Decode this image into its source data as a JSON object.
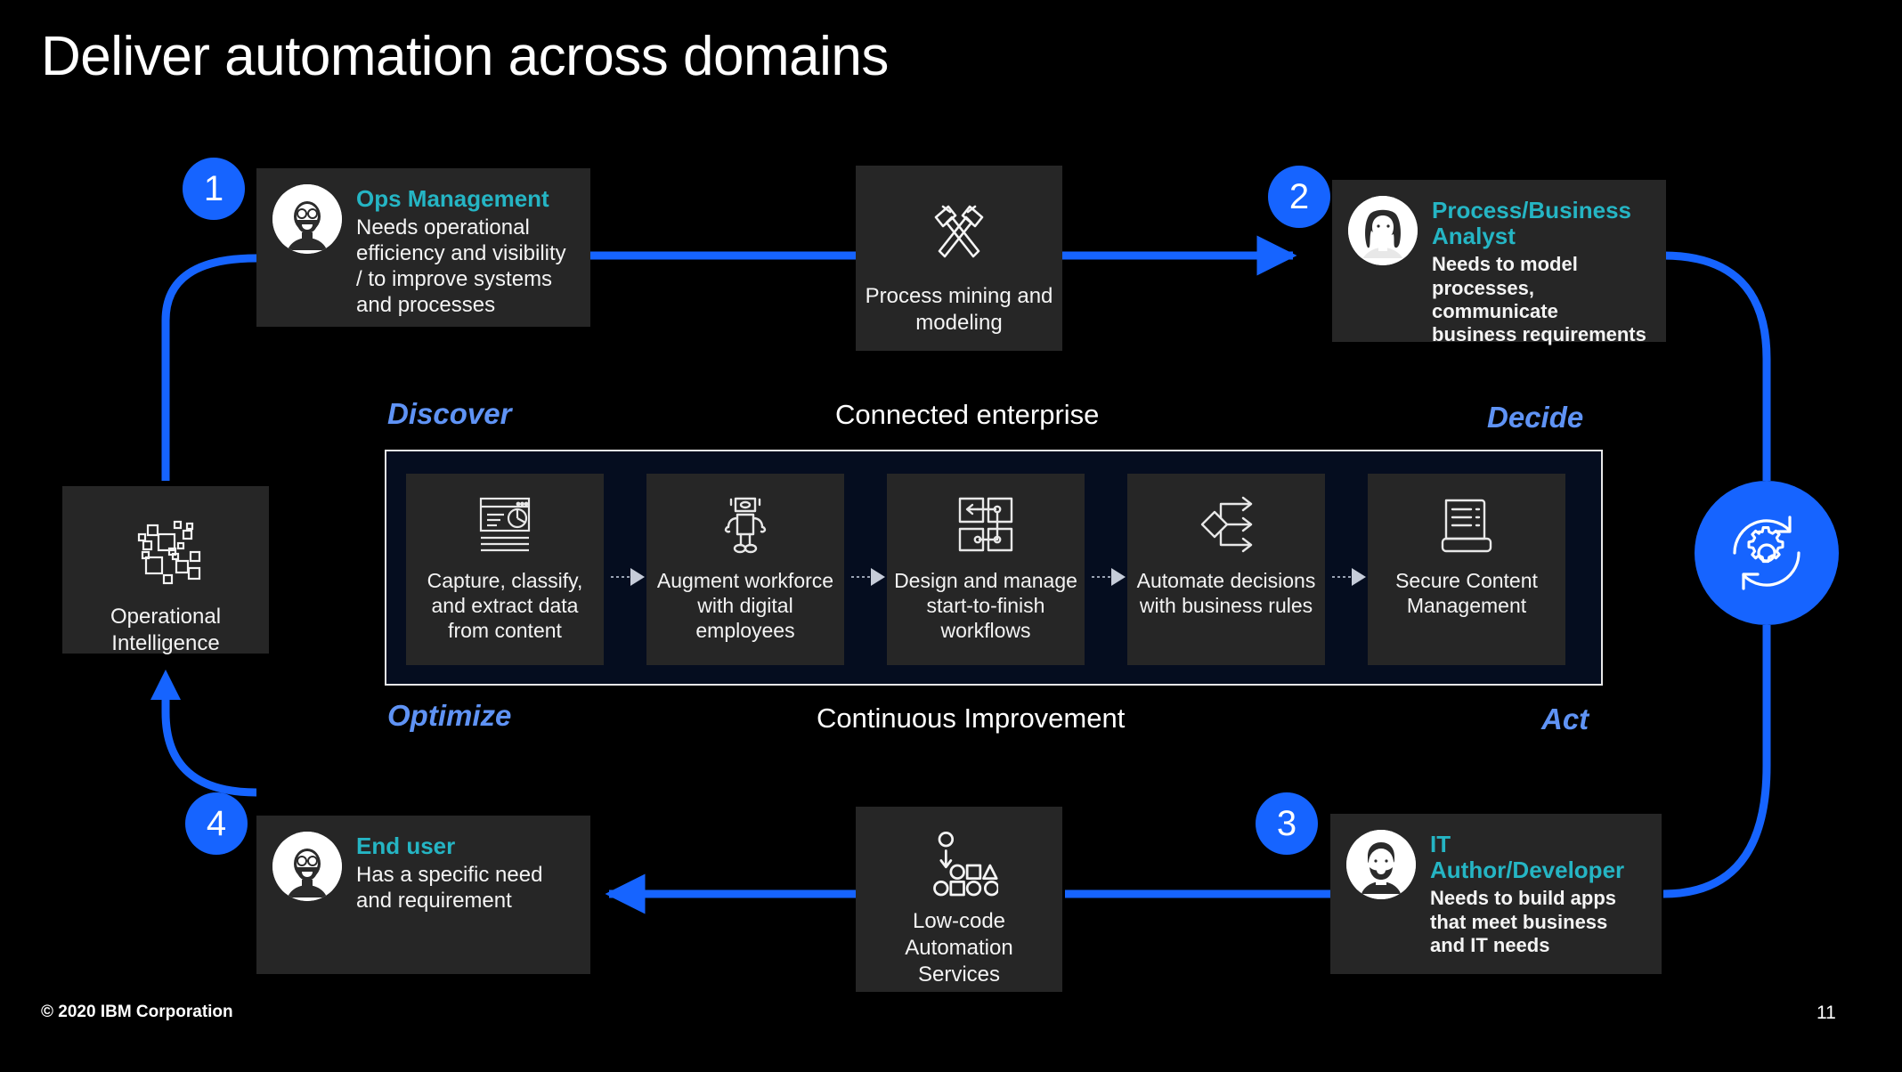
{
  "slide": {
    "title": "Deliver automation across domains",
    "footer_copyright": "© 2020 IBM Corporation",
    "page_number": "11",
    "accent_blue": "#1664ff",
    "accent_light_blue": "#5f93f5",
    "accent_teal": "#25b5c4",
    "card_background": "#262626",
    "panel_background": "#050d1f",
    "slide_background": "#000000"
  },
  "personas": [
    {
      "badge": "1",
      "role": "Ops Management",
      "description": "Needs operational efficiency and visibility / to improve systems and processes",
      "avatar": "avatar-bearded-man-glasses-icon"
    },
    {
      "badge": "2",
      "role": "Process/Business Analyst",
      "description": "Needs to model processes, communicate business requirements",
      "avatar": "avatar-woman-long-hair-icon"
    },
    {
      "badge": "3",
      "role": "IT Author/Developer",
      "description": "Needs to build apps that meet business and IT needs",
      "avatar": "avatar-bearded-man-icon"
    },
    {
      "badge": "4",
      "role": "End user",
      "description": "Has a specific need and requirement",
      "avatar": "avatar-bearded-man-glasses-icon"
    }
  ],
  "tiles": {
    "process_mining": {
      "label": "Process mining and modeling",
      "icon": "crossed-hammers-icon"
    },
    "operational_intelligence": {
      "label": "Operational Intelligence",
      "icon": "scattered-squares-icon"
    },
    "low_code": {
      "label": "Low-code Automation Services",
      "icon": "shapes-flow-icon"
    }
  },
  "panel": {
    "capabilities": [
      {
        "label": "Capture, classify, and extract data from content",
        "icon": "document-analytics-icon"
      },
      {
        "label": "Augment workforce with digital employees",
        "icon": "robot-icon"
      },
      {
        "label": "Design and manage start-to-finish workflows",
        "icon": "workflow-grid-icon"
      },
      {
        "label": "Automate decisions with business rules",
        "icon": "decision-arrows-icon"
      },
      {
        "label": "Secure Content Management",
        "icon": "document-scroll-icon"
      }
    ]
  },
  "stage_labels": {
    "discover": "Discover",
    "decide": "Decide",
    "optimize": "Optimize",
    "act": "Act"
  },
  "center_labels": {
    "top": "Connected enterprise",
    "bottom": "Continuous Improvement"
  },
  "loop_badge": {
    "icon": "gear-refresh-loop-icon"
  }
}
